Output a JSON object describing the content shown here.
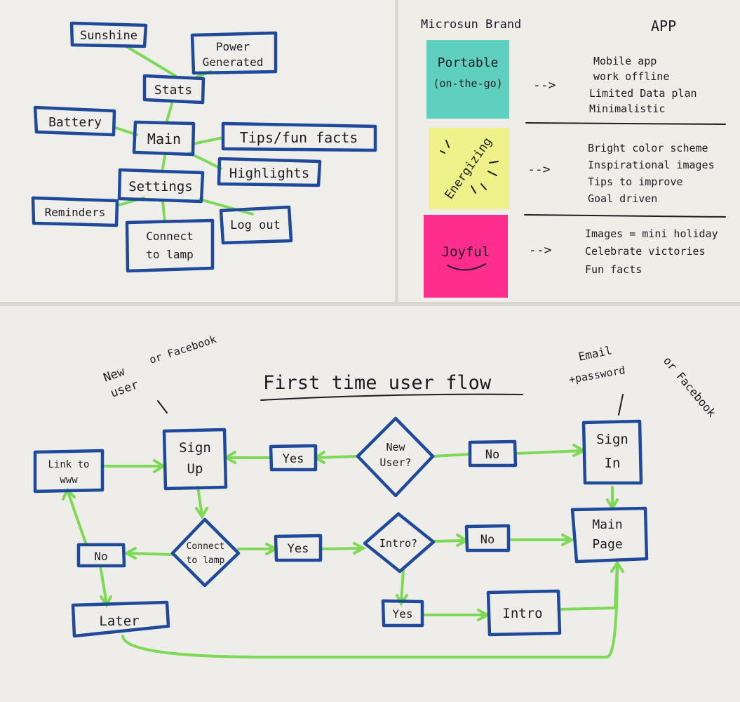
{
  "sitemap": {
    "sunshine": "Sunshine",
    "power_generated_1": "Power",
    "power_generated_2": "Generated",
    "stats": "Stats",
    "battery": "Battery",
    "main": "Main",
    "tips": "Tips/fun facts",
    "highlights": "Highlights",
    "settings": "Settings",
    "reminders": "Reminders",
    "connect_1": "Connect",
    "connect_2": "to lamp",
    "log_out": "Log out"
  },
  "brand": {
    "col_left": "Microsun Brand",
    "col_right": "APP",
    "notes": [
      {
        "line1": "Portable",
        "line2": "(on-the-go)",
        "color": "#5fcfbf"
      },
      {
        "line1": "Energizing",
        "line2": "",
        "color": "#eef08a"
      },
      {
        "line1": "Joyful",
        "line2": "",
        "color": "#ff2d8e"
      }
    ],
    "arrow": "-->",
    "groups": [
      [
        "Mobile app",
        "work offline",
        "Limited Data plan",
        "Minimalistic"
      ],
      [
        "Bright color scheme",
        "Inspirational images",
        "Tips to improve",
        "Goal driven"
      ],
      [
        "Images = mini holiday",
        "Celebrate victories",
        "Fun facts"
      ]
    ]
  },
  "flow": {
    "title": "First time user flow",
    "note_left_1": "New",
    "note_left_2": "user",
    "note_left_3": "or Facebook",
    "note_right_1": "Email",
    "note_right_2": "+password",
    "note_right_3": "or Facebook",
    "sign_up_1": "Sign",
    "sign_up_2": "Up",
    "sign_in_1": "Sign",
    "sign_in_2": "In",
    "new_user_1": "New",
    "new_user_2": "User?",
    "yes": "Yes",
    "no": "No",
    "link_1": "Link to",
    "link_2": "www",
    "connect_1": "Connect",
    "connect_2": "to lamp",
    "intro_q": "Intro?",
    "main_1": "Main",
    "main_2": "Page",
    "later": "Later",
    "intro": "Intro"
  }
}
